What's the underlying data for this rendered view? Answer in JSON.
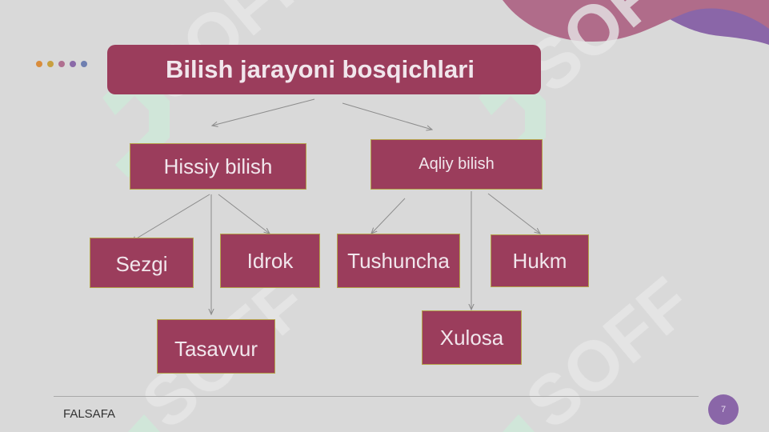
{
  "slide": {
    "title": "Bilish jarayoni bosqichlari",
    "footer": "FALSAFA",
    "page_number": "7"
  },
  "diagram": {
    "nodes": {
      "hissiy": "Hissiy bilish",
      "aqliy": "Aqliy bilish",
      "sezgi": "Sezgi",
      "idrok": "Idrok",
      "tasavvur": "Tasavvur",
      "tushuncha": "Tushuncha",
      "hukm": "Hukm",
      "xulosa": "Xulosa"
    },
    "edges": [
      [
        "title",
        "hissiy"
      ],
      [
        "title",
        "aqliy"
      ],
      [
        "hissiy",
        "sezgi"
      ],
      [
        "hissiy",
        "tasavvur"
      ],
      [
        "hissiy",
        "idrok"
      ],
      [
        "aqliy",
        "tushuncha"
      ],
      [
        "aqliy",
        "xulosa"
      ],
      [
        "aqliy",
        "hukm"
      ]
    ]
  },
  "decor": {
    "dot_colors": [
      "#d98c3c",
      "#c8a040",
      "#b07090",
      "#8a6aa8",
      "#6f7fb0"
    ],
    "watermark_text": "SOFF",
    "colors": {
      "box_fill": "#9b3d5c",
      "box_border": "#b5a24a",
      "arrow": "#8c8c8c",
      "wave_pink": "#b06c8a",
      "wave_purple": "#8a66a8"
    }
  }
}
